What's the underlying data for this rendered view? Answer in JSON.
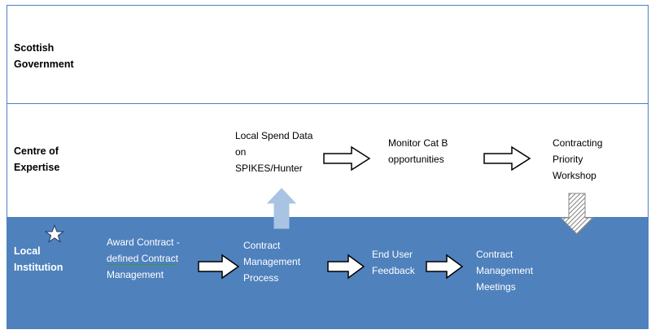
{
  "lanes": {
    "scottish_government": {
      "label_line1": "Scottish",
      "label_line2": "Government"
    },
    "centre_of_expertise": {
      "label_line1": "Centre of",
      "label_line2": "Expertise"
    },
    "local_institution": {
      "label_line1": "Local",
      "label_line2": "Institution"
    }
  },
  "nodes": {
    "local_spend": {
      "line1": "Local Spend Data",
      "line2": "on",
      "line3": "SPIKES/Hunter"
    },
    "monitor_cat_b": {
      "line1": "Monitor Cat B",
      "line2": "opportunities"
    },
    "contracting_priority": {
      "line1": "Contracting",
      "line2": "Priority",
      "line3": "Workshop"
    },
    "award_contract": {
      "line1": "Award Contract -",
      "line2": "defined Contract",
      "line3": "Management"
    },
    "contract_mgmt_process": {
      "line1": "Contract",
      "line2": "Management",
      "line3": "Process"
    },
    "end_user_feedback": {
      "line1": "End User",
      "line2": "Feedback"
    },
    "contract_mgmt_meetings": {
      "line1": "Contract",
      "line2": "Management",
      "line3": "Meetings"
    }
  },
  "colors": {
    "border": "#4e7fbf",
    "local_band": "#4f81bd",
    "up_arrow": "#a9c4e2",
    "hatch_arrow": "#7f7f7f"
  },
  "icons": {
    "star": "star-icon"
  }
}
